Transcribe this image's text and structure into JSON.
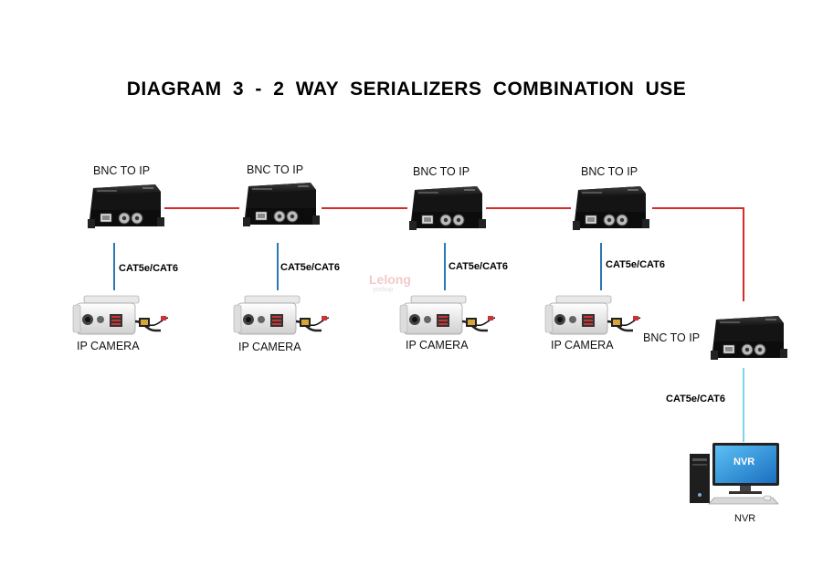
{
  "title": "DIAGRAM 3  -  2 WAY SERIALIZERS COMBINATION USE",
  "converter_label": "BNC TO IP",
  "cable_label": "CAT5e/CAT6",
  "camera_label": "IP CAMERA",
  "nvr_label": "NVR",
  "nvr_screen_text": "NVR",
  "watermark": "Lelong",
  "watermark_sub": "ycshop",
  "colors": {
    "link_line": "#d42b2b",
    "cable_line": "#2a78b8",
    "nvr_cable_line": "#7fd3ee",
    "device_body": "#1c1c1c",
    "screen": "#2a8fd8"
  },
  "devices": [
    {
      "label": "BNC TO IP"
    },
    {
      "label": "BNC TO IP"
    },
    {
      "label": "BNC TO IP"
    },
    {
      "label": "BNC TO IP"
    },
    {
      "label": "BNC TO IP"
    }
  ]
}
